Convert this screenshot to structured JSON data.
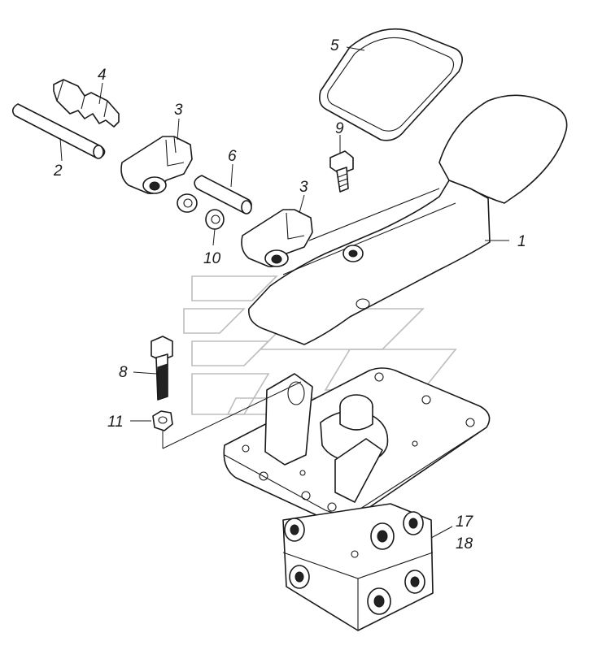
{
  "callouts": [
    {
      "id": "c1",
      "text": "1"
    },
    {
      "id": "c2",
      "text": "2"
    },
    {
      "id": "c3a",
      "text": "3"
    },
    {
      "id": "c3b",
      "text": "3"
    },
    {
      "id": "c4",
      "text": "4"
    },
    {
      "id": "c5",
      "text": "5"
    },
    {
      "id": "c6",
      "text": "6"
    },
    {
      "id": "c8",
      "text": "8"
    },
    {
      "id": "c9",
      "text": "9"
    },
    {
      "id": "c10",
      "text": "10"
    },
    {
      "id": "c11",
      "text": "11"
    },
    {
      "id": "c17",
      "text": "17"
    },
    {
      "id": "c18",
      "text": "18"
    }
  ]
}
